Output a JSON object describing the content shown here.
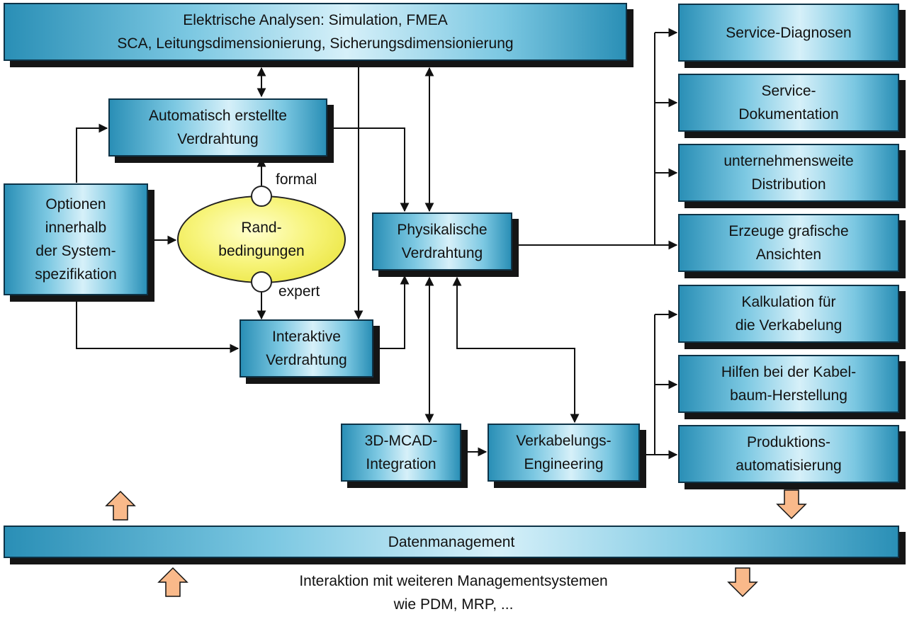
{
  "boxes": {
    "elektrische_analysen": [
      "Elektrische Analysen: Simulation, FMEA",
      "SCA, Leitungsdimensionierung, Sicherungsdimensionierung"
    ],
    "automatisch": [
      "Automatisch erstellte",
      "Verdrahtung"
    ],
    "optionen": [
      "Optionen",
      "innerhalb",
      "der System-",
      "spezifikation"
    ],
    "randbedingungen": [
      "Rand-",
      "bedingungen"
    ],
    "interaktive": [
      "Interaktive",
      "Verdrahtung"
    ],
    "physikalische": [
      "Physikalische",
      "Verdrahtung"
    ],
    "mcad": [
      "3D-MCAD-",
      "Integration"
    ],
    "verkabelung": [
      "Verkabelungs-",
      "Engineering"
    ],
    "service_diagnosen": [
      "Service-Diagnosen"
    ],
    "service_doku": [
      "Service-",
      "Dokumentation"
    ],
    "distribution": [
      "unternehmensweite",
      "Distribution"
    ],
    "grafische": [
      "Erzeuge grafische",
      "Ansichten"
    ],
    "kalkulation": [
      "Kalkulation für",
      "die Verkabelung"
    ],
    "hilfen": [
      "Hilfen bei der Kabel-",
      "baum-Herstellung"
    ],
    "produktion": [
      "Produktions-",
      "automatisierung"
    ],
    "datenmanagement": [
      "Datenmanagement"
    ]
  },
  "labels": {
    "formal": "formal",
    "expert": "expert"
  },
  "bottom_text": [
    "Interaktion mit weiteren Managementsystemen",
    "wie PDM, MRP, ..."
  ],
  "colors": {
    "box_light": "#d6f0f9",
    "box_dark": "#2a8fb6",
    "ellipse": "#f7f47a",
    "block_arrow": "#f9b98a"
  }
}
